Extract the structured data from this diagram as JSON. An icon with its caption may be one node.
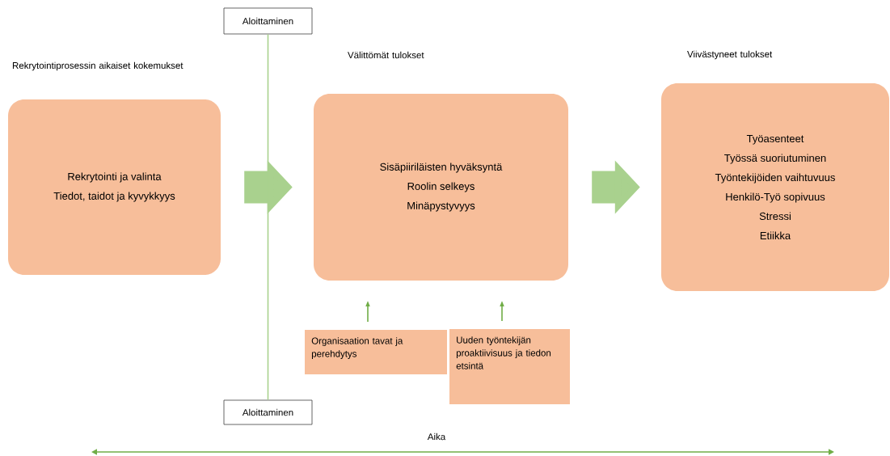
{
  "diagram": {
    "nodes": [
      {
        "text": [
          "Rekrytointiprosessin aikaiset kokemukset",
          "Rekrytointi ja valinta",
          "Tiedot, taidot ja kyvykkyys"
        ]
      },
      {
        "text": [
          "Välittömät tulokset",
          "Sisäpiiriläisten hyväksyntä",
          "Roolin selkeys",
          "Minäpystyvyys"
        ]
      },
      {
        "text": [
          "Viivästyneet tulokset",
          "Työasenteet",
          "Työssä suoriutuminen",
          "Työntekijöiden vaihtuvuus",
          "Henkilö-Työ sopivuus",
          "Stressi",
          "Etiikka"
        ]
      },
      {
        "text": [
          "Aloittaminen"
        ]
      },
      {
        "text": [
          "Aloittaminen"
        ]
      },
      {
        "text": [
          "Organisaation tavat ja perehdytys"
        ]
      },
      {
        "text": [
          "Uuden työntekijän proaktiivisuus ja tiedon etsintä"
        ]
      }
    ],
    "edges": [
      {
        "from": 0,
        "to": 1,
        "arrow": "to",
        "style": "thick"
      },
      {
        "from": 1,
        "to": 2,
        "arrow": "to",
        "style": "thick"
      },
      {
        "from": 3,
        "to": 4,
        "arrow": "none"
      },
      {
        "from": 5,
        "to": 1,
        "arrow": "to",
        "color": "#70ad47"
      },
      {
        "from": 6,
        "to": 1,
        "arrow": "to",
        "color": "#70ad47"
      }
    ],
    "labels": [
      "Aika"
    ]
  }
}
